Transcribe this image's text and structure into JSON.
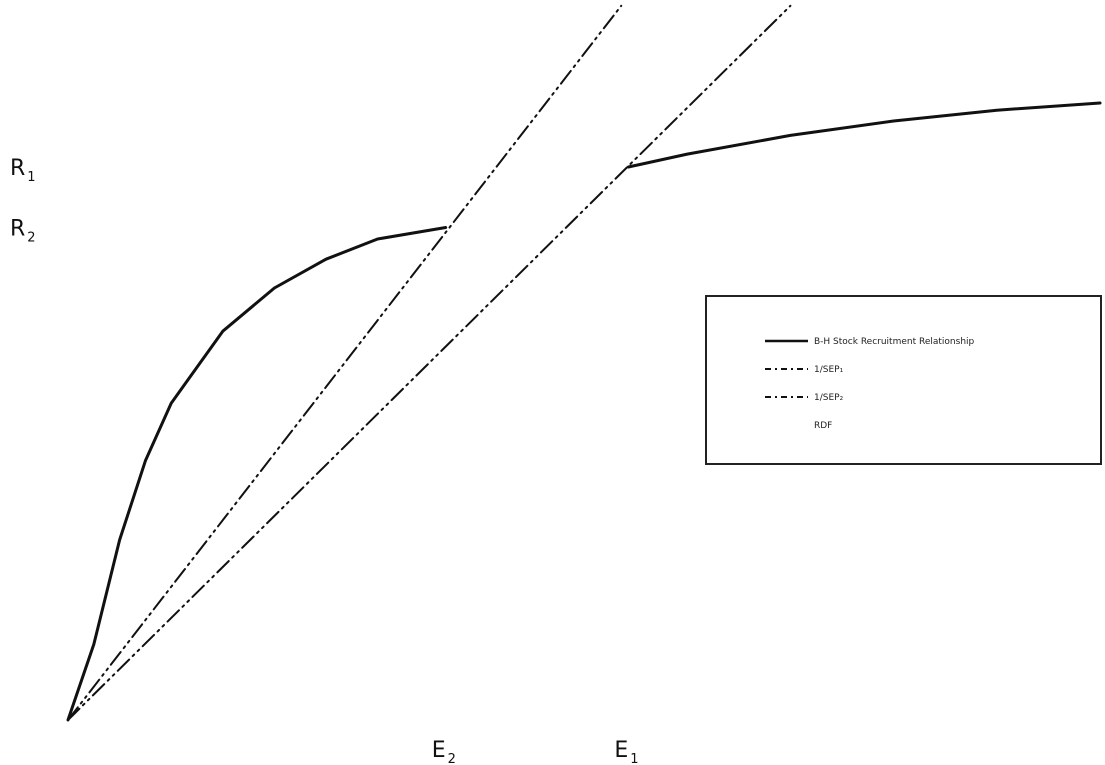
{
  "chart_data": {
    "type": "line",
    "title": "",
    "xlabel": "",
    "ylabel": "",
    "xlim": [
      0,
      1
    ],
    "ylim": [
      0,
      1
    ],
    "grid": false,
    "legend_position": "right",
    "axis_markers": {
      "y": [
        {
          "base": "R",
          "sub": "1",
          "value": 0.768
        },
        {
          "base": "R",
          "sub": "2",
          "value": 0.684
        }
      ],
      "x": [
        {
          "base": "E",
          "sub": "2",
          "value": 0.366
        },
        {
          "base": "E",
          "sub": "1",
          "value": 0.543
        }
      ]
    },
    "series": [
      {
        "name": "B-H Stock Recruitment Relationship",
        "style": "solid",
        "color": "#111111",
        "segments": [
          [
            {
              "x": 0.0,
              "y": 0.0
            },
            {
              "x": 0.025,
              "y": 0.105
            },
            {
              "x": 0.05,
              "y": 0.25
            },
            {
              "x": 0.075,
              "y": 0.36
            },
            {
              "x": 0.1,
              "y": 0.44
            },
            {
              "x": 0.15,
              "y": 0.54
            },
            {
              "x": 0.2,
              "y": 0.6
            },
            {
              "x": 0.25,
              "y": 0.64
            },
            {
              "x": 0.3,
              "y": 0.668
            },
            {
              "x": 0.366,
              "y": 0.684
            }
          ],
          [
            {
              "x": 0.543,
              "y": 0.768
            },
            {
              "x": 0.6,
              "y": 0.786
            },
            {
              "x": 0.7,
              "y": 0.812
            },
            {
              "x": 0.8,
              "y": 0.832
            },
            {
              "x": 0.9,
              "y": 0.847
            },
            {
              "x": 1.0,
              "y": 0.857
            }
          ]
        ]
      },
      {
        "name": "1/SEP₁",
        "style": "dash-dot-dot",
        "color": "#111111",
        "segments": [
          [
            {
              "x": 0.0,
              "y": 0.0
            },
            {
              "x": 0.7,
              "y": 0.992
            }
          ]
        ]
      },
      {
        "name": "1/SEP₂",
        "style": "dash-dot-dot",
        "color": "#111111",
        "segments": [
          [
            {
              "x": 0.0,
              "y": 0.0
            },
            {
              "x": 0.536,
              "y": 0.992
            }
          ]
        ]
      },
      {
        "name": "RDF",
        "style": "none",
        "color": "#111111",
        "segments": []
      }
    ]
  }
}
